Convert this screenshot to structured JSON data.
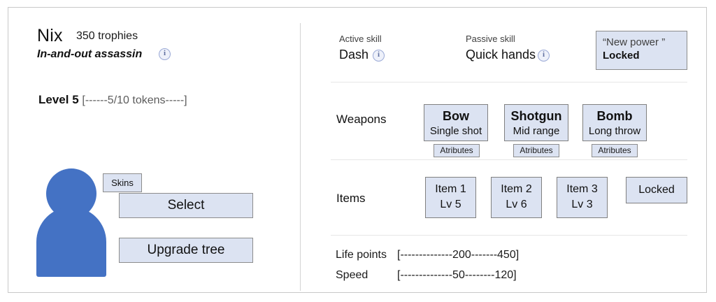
{
  "character": {
    "name": "Nix",
    "trophies": "350 trophies",
    "tagline": "In-and-out assassin",
    "tagline_info_icon": "info-icon",
    "level_label": "Level 5",
    "level_tokens": "[------5/10 tokens-----]",
    "avatar_color": "#4472C4"
  },
  "left_buttons": {
    "skins": "Skins",
    "select": "Select",
    "upgrade_tree": "Upgrade tree"
  },
  "skills": {
    "active": {
      "label": "Active skill",
      "value": "Dash",
      "info_icon": "info-icon"
    },
    "passive": {
      "label": "Passive skill",
      "value": "Quick hands",
      "info_icon": "info-icon"
    },
    "new_power": {
      "title": "“New power ”",
      "status": "Locked"
    }
  },
  "weapons": {
    "label": "Weapons",
    "attributes_label": "Atributes",
    "list": [
      {
        "name": "Bow",
        "desc": "Single shot"
      },
      {
        "name": "Shotgun",
        "desc": "Mid range"
      },
      {
        "name": "Bomb",
        "desc": "Long throw"
      }
    ]
  },
  "items": {
    "label": "Items",
    "list": [
      {
        "name": "Item 1",
        "level": "Lv 5"
      },
      {
        "name": "Item 2",
        "level": "Lv 6"
      },
      {
        "name": "Item 3",
        "level": "Lv 3"
      }
    ],
    "locked_label": "Locked"
  },
  "stats": [
    {
      "name": "Life points",
      "value": "[--------------200-------450]"
    },
    {
      "name": "Speed",
      "value": "[--------------50--------120]"
    }
  ],
  "colors": {
    "accent_blue": "#4472C4",
    "box_fill": "#DCE3F2",
    "box_border": "#808080",
    "divider": "#E6E6E6"
  }
}
